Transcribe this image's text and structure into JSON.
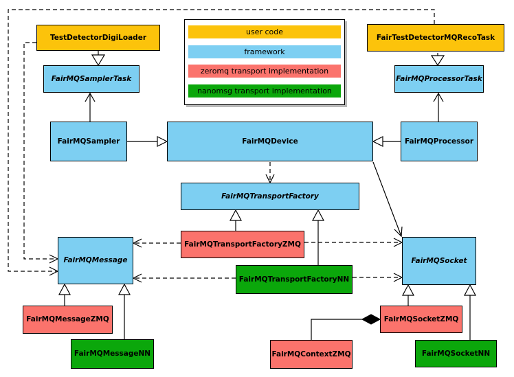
{
  "legend": {
    "items": [
      {
        "label": "user code",
        "color": "#FCC30B"
      },
      {
        "label": "framework",
        "color": "#7DCFF2"
      },
      {
        "label": "zeromq transport implementation",
        "color": "#FB736C"
      },
      {
        "label": "nanomsg transport implementation",
        "color": "#0BA70B"
      }
    ]
  },
  "nodes": {
    "testDetectorDigiLoader": {
      "label": "TestDetectorDigiLoader",
      "category": "user code",
      "color": "#FCC30B",
      "abstract": false
    },
    "fairMQSamplerTask": {
      "label": "FairMQSamplerTask",
      "category": "framework",
      "color": "#7DCFF2",
      "abstract": true
    },
    "fairMQSampler": {
      "label": "FairMQSampler",
      "category": "framework",
      "color": "#7DCFF2",
      "abstract": false
    },
    "fairMQDevice": {
      "label": "FairMQDevice",
      "category": "framework",
      "color": "#7DCFF2",
      "abstract": false
    },
    "fairTestDetectorMQRecoTask": {
      "label": "FairTestDetectorMQRecoTask",
      "category": "user code",
      "color": "#FCC30B",
      "abstract": false
    },
    "fairMQProcessorTask": {
      "label": "FairMQProcessorTask",
      "category": "framework",
      "color": "#7DCFF2",
      "abstract": true
    },
    "fairMQProcessor": {
      "label": "FairMQProcessor",
      "category": "framework",
      "color": "#7DCFF2",
      "abstract": false
    },
    "fairMQTransportFactory": {
      "label": "FairMQTransportFactory",
      "category": "framework",
      "color": "#7DCFF2",
      "abstract": true
    },
    "fairMQTransportFactoryZMQ": {
      "label": "FairMQTransportFactoryZMQ",
      "category": "zeromq",
      "color": "#FB736C",
      "abstract": false
    },
    "fairMQTransportFactoryNN": {
      "label": "FairMQTransportFactoryNN",
      "category": "nanomsg",
      "color": "#0BA70B",
      "abstract": false
    },
    "fairMQMessage": {
      "label": "FairMQMessage",
      "category": "framework",
      "color": "#7DCFF2",
      "abstract": true
    },
    "fairMQSocket": {
      "label": "FairMQSocket",
      "category": "framework",
      "color": "#7DCFF2",
      "abstract": true
    },
    "fairMQMessageZMQ": {
      "label": "FairMQMessageZMQ",
      "category": "zeromq",
      "color": "#FB736C",
      "abstract": false
    },
    "fairMQMessageNN": {
      "label": "FairMQMessageNN",
      "category": "nanomsg",
      "color": "#0BA70B",
      "abstract": false
    },
    "fairMQSocketZMQ": {
      "label": "FairMQSocketZMQ",
      "category": "zeromq",
      "color": "#FB736C",
      "abstract": false
    },
    "fairMQSocketNN": {
      "label": "FairMQSocketNN",
      "category": "nanomsg",
      "color": "#0BA70B",
      "abstract": false
    },
    "fairMQContextZMQ": {
      "label": "FairMQContextZMQ",
      "category": "zeromq",
      "color": "#FB736C",
      "abstract": false
    }
  },
  "edges": [
    {
      "from": "TestDetectorDigiLoader",
      "to": "FairMQSamplerTask",
      "type": "inheritance"
    },
    {
      "from": "FairTestDetectorMQRecoTask",
      "to": "FairMQProcessorTask",
      "type": "inheritance"
    },
    {
      "from": "FairMQSampler",
      "to": "FairMQSamplerTask",
      "type": "association"
    },
    {
      "from": "FairMQProcessor",
      "to": "FairMQProcessorTask",
      "type": "association"
    },
    {
      "from": "FairMQSampler",
      "to": "FairMQDevice",
      "type": "inheritance"
    },
    {
      "from": "FairMQProcessor",
      "to": "FairMQDevice",
      "type": "inheritance"
    },
    {
      "from": "FairMQDevice",
      "to": "FairMQTransportFactory",
      "type": "dependency"
    },
    {
      "from": "FairMQDevice",
      "to": "FairMQSocket",
      "type": "association"
    },
    {
      "from": "FairMQTransportFactoryZMQ",
      "to": "FairMQTransportFactory",
      "type": "inheritance"
    },
    {
      "from": "FairMQTransportFactoryNN",
      "to": "FairMQTransportFactory",
      "type": "inheritance"
    },
    {
      "from": "FairMQTransportFactoryZMQ",
      "to": "FairMQMessage",
      "type": "dependency"
    },
    {
      "from": "FairMQTransportFactoryZMQ",
      "to": "FairMQSocket",
      "type": "dependency"
    },
    {
      "from": "FairMQTransportFactoryNN",
      "to": "FairMQMessage",
      "type": "dependency"
    },
    {
      "from": "FairMQTransportFactoryNN",
      "to": "FairMQSocket",
      "type": "dependency"
    },
    {
      "from": "TestDetectorDigiLoader",
      "to": "FairMQMessage",
      "type": "dependency"
    },
    {
      "from": "FairTestDetectorMQRecoTask",
      "to": "FairMQMessage",
      "type": "dependency"
    },
    {
      "from": "FairMQMessageZMQ",
      "to": "FairMQMessage",
      "type": "inheritance"
    },
    {
      "from": "FairMQMessageNN",
      "to": "FairMQMessage",
      "type": "inheritance"
    },
    {
      "from": "FairMQSocketZMQ",
      "to": "FairMQSocket",
      "type": "inheritance"
    },
    {
      "from": "FairMQSocketNN",
      "to": "FairMQSocket",
      "type": "inheritance"
    },
    {
      "from": "FairMQContextZMQ",
      "to": "FairMQSocketZMQ",
      "type": "composition"
    }
  ]
}
